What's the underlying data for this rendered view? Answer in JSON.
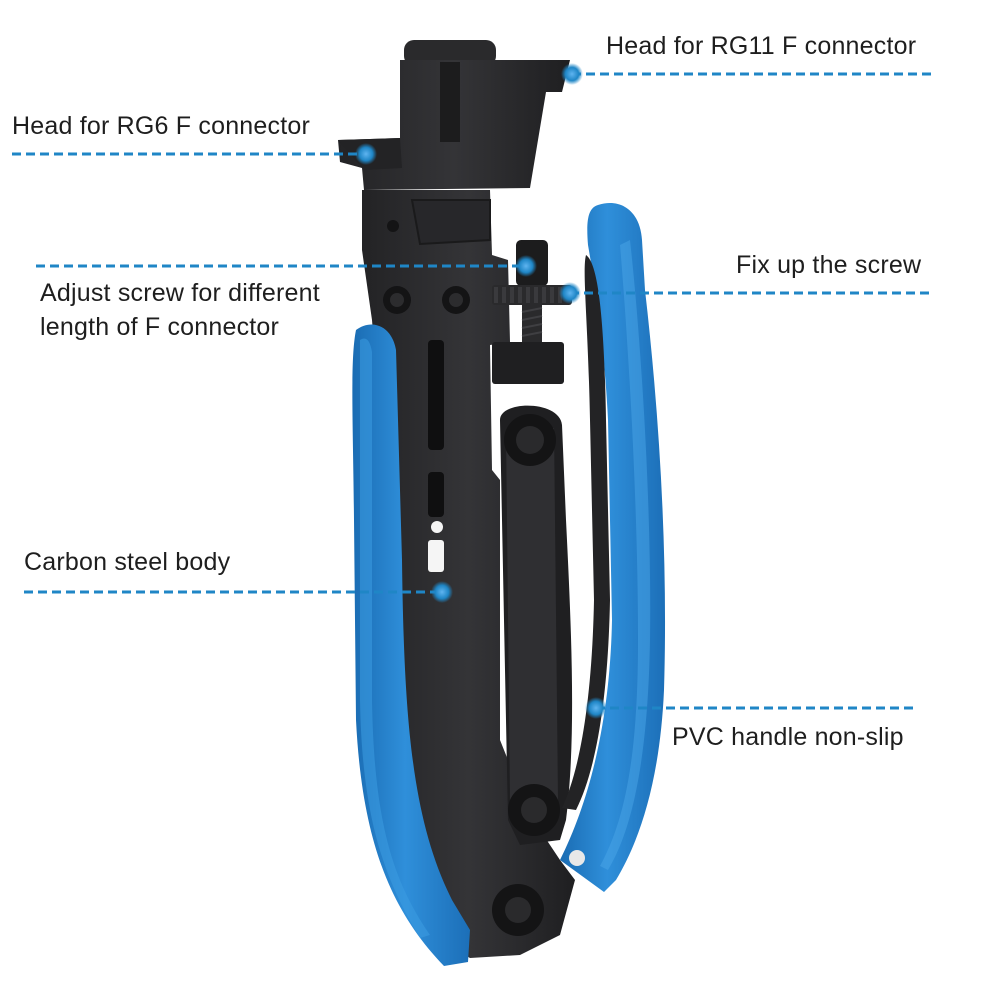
{
  "image": {
    "subject": "crimping-tool",
    "colors": {
      "accent": "#1f86c6",
      "handle_blue": "#2a86d0",
      "handle_shadow": "#16609e",
      "steel": "#2d2d2f",
      "steel_dark": "#1c1c1d",
      "background": "#ffffff"
    }
  },
  "callouts": {
    "rg11_head": "Head for RG11 F connector",
    "rg6_head": "Head for RG6 F connector",
    "fix_screw": "Fix up the screw",
    "adjust_screw_line1": "Adjust screw for different",
    "adjust_screw_line2": "length of F connector",
    "carbon_body": "Carbon steel body",
    "pvc_handle": "PVC handle non-slip"
  }
}
